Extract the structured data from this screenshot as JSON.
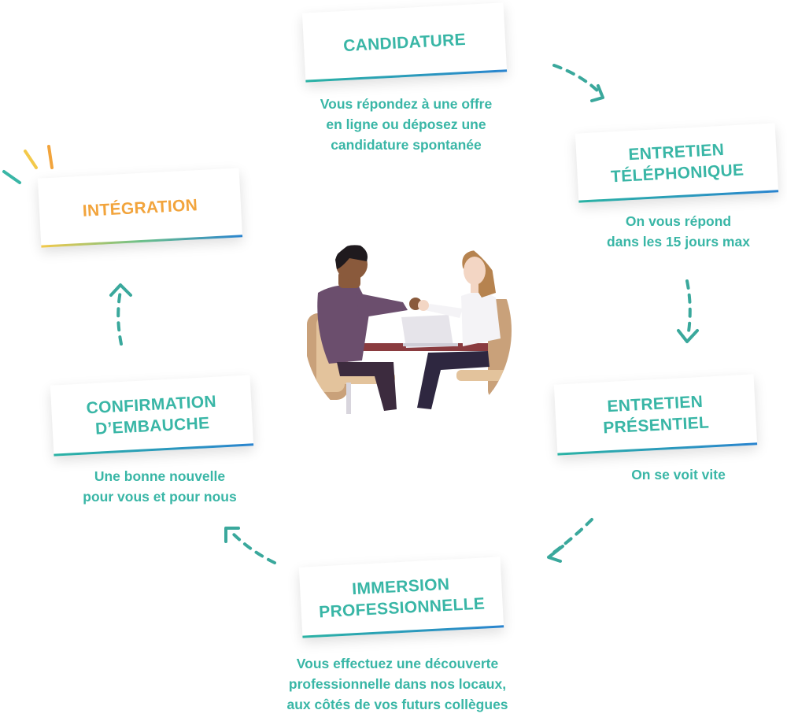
{
  "steps": [
    {
      "title": [
        "CANDIDATURE"
      ],
      "description": [
        "Vous répondez à une offre",
        "en ligne ou  déposez une",
        "candidature spontanée"
      ]
    },
    {
      "title": [
        "ENTRETIEN",
        "TÉLÉPHONIQUE"
      ],
      "description": [
        "On vous répond",
        "dans les 15 jours max"
      ]
    },
    {
      "title": [
        "ENTRETIEN",
        "PRÉSENTIEL"
      ],
      "description": [
        "On se voit vite"
      ]
    },
    {
      "title": [
        "IMMERSION",
        "PROFESSIONNELLE"
      ],
      "description": [
        "Vous effectuez une découverte",
        "professionnelle dans nos locaux,",
        "aux côtés de vos futurs collègues"
      ]
    },
    {
      "title": [
        "CONFIRMATION",
        "D’EMBAUCHE"
      ],
      "description": [
        "Une bonne nouvelle",
        "pour vous et pour nous"
      ]
    },
    {
      "title": [
        "INTÉGRATION"
      ]
    }
  ],
  "colors": {
    "teal": "#39b6a6",
    "orange": "#f2a43c",
    "blue": "#2a84cf",
    "yellow": "#f3c94a"
  },
  "illustration": "handshake-interview-icon"
}
